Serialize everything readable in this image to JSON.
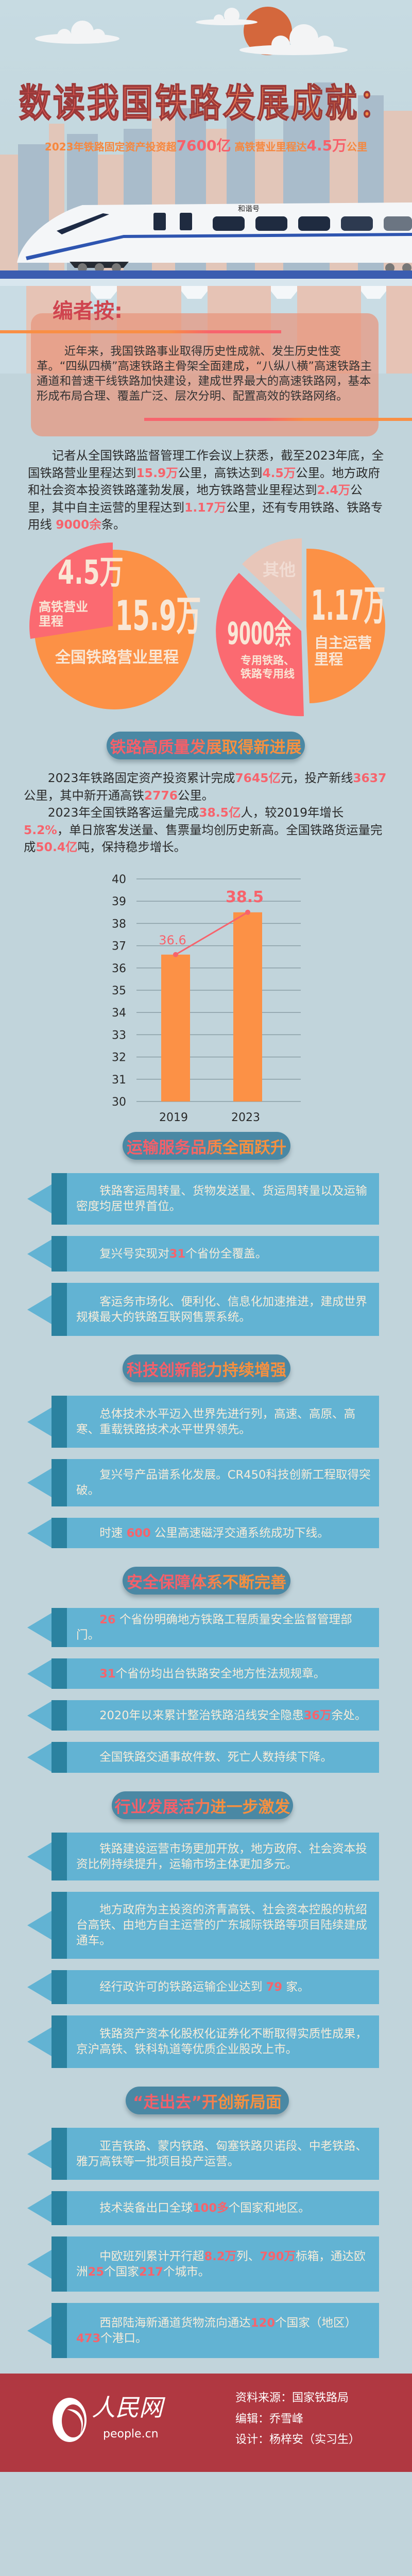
{
  "header": {
    "title": "数读我国铁路发展成就：",
    "subtitle": [
      {
        "t": "2023年铁路固定资产投资超"
      },
      {
        "t": "7600亿",
        "hl": true
      },
      {
        "t": " 高铁营业里程达"
      },
      {
        "t": "4.5万",
        "hl": true
      },
      {
        "t": "公里"
      }
    ],
    "train_lettering": "和谐号"
  },
  "editor_note": {
    "label": "编者按:",
    "text": "近年来，我国铁路事业取得历史性成就、发生历史性变革。“四纵四横”高速铁路主骨架全面建成，“八纵八横”高速铁路主通道和普速干线铁路加快建设，建成世界最大的高速铁路网，基本形成布局合理、覆盖广泛、层次分明、配置高效的铁路网络。"
  },
  "intro_paragraph": [
    {
      "t": "记者从全国铁路监督管理工作会议上获悉，截至2023年底，全国铁路营业里程达到"
    },
    {
      "t": "15.9万",
      "hl": true
    },
    {
      "t": "公里，高铁达到"
    },
    {
      "t": "4.5万",
      "hl": true
    },
    {
      "t": "公里。地方政府和社会资本投资铁路蓬勃发展，地方铁路营业里程达到"
    },
    {
      "t": "2.4万",
      "hl": true
    },
    {
      "t": "公里，其中自主运营的里程达到"
    },
    {
      "t": "1.17万",
      "hl": true
    },
    {
      "t": "公里，还有专用铁路、铁路专用线 "
    },
    {
      "t": "9000余",
      "hl": true
    },
    {
      "t": "条。"
    }
  ],
  "pies": {
    "left": {
      "main_value": "15.9万",
      "main_label": "全国铁路营业里程",
      "slice_value": "4.5万",
      "slice_label_1": "高铁营业",
      "slice_label_2": "里程"
    },
    "right": {
      "main_value": "1.17万",
      "main_label_1": "自主运营",
      "main_label_2": "里程",
      "slice_value": "9000余",
      "slice_label_1": "专用铁路、",
      "slice_label_2": "铁路专用线",
      "other_label": "其他"
    },
    "colors": {
      "orange": "#fc9146",
      "red": "#fb6a71",
      "other": "#e8c6b9"
    }
  },
  "sections": [
    {
      "header": "铁路高质量发展取得新进展",
      "paragraphs": [
        [
          {
            "t": "2023年铁路固定资产投资累计完成"
          },
          {
            "t": "7645亿",
            "hl": true
          },
          {
            "t": "元，投产新线"
          },
          {
            "t": "3637",
            "hl": true
          },
          {
            "t": "公里，其中新开通高铁"
          },
          {
            "t": "2776",
            "hl": true
          },
          {
            "t": "公里。"
          }
        ],
        [
          {
            "t": "2023年全国铁路客运量完成"
          },
          {
            "t": "38.5亿",
            "hl": true
          },
          {
            "t": "人，较2019年增长"
          },
          {
            "t": "5.2%",
            "hl": true
          },
          {
            "t": "，单日旅客发送量、售票量均创历史新高。全国铁路货运量完成"
          },
          {
            "t": "50.4亿",
            "hl": true
          },
          {
            "t": "吨，保持稳步增长。"
          }
        ]
      ]
    },
    {
      "header": "运输服务品质全面跃升",
      "items": [
        [
          {
            "t": "铁路客运周转量、货物发送量、货运周转量以及运输密度均居世界首位。"
          }
        ],
        [
          {
            "t": "复兴号实现对"
          },
          {
            "t": "31",
            "hl": true
          },
          {
            "t": "个省份全覆盖。"
          }
        ],
        [
          {
            "t": "客运务市场化、便利化、信息化加速推进，建成世界规模最大的铁路互联网售票系统。"
          }
        ]
      ]
    },
    {
      "header": "科技创新能力持续增强",
      "items": [
        [
          {
            "t": "总体技术水平迈入世界先进行列，高速、高原、高寒、重载铁路技术水平世界领先。"
          }
        ],
        [
          {
            "t": "复兴号产品谱系化发展。CR450科技创新工程取得突破。"
          }
        ],
        [
          {
            "t": "时速 "
          },
          {
            "t": "600",
            "hl": true
          },
          {
            "t": " 公里高速磁浮交通系统成功下线。"
          }
        ]
      ]
    },
    {
      "header": "安全保障体系不断完善",
      "items": [
        [
          {
            "t": "26",
            "hl": true
          },
          {
            "t": " 个省份明确地方铁路工程质量安全监督管理部门。"
          }
        ],
        [
          {
            "t": "31",
            "hl": true
          },
          {
            "t": "个省份均出台铁路安全地方性法规规章。"
          }
        ],
        [
          {
            "t": "2020年以来累计整治铁路沿线安全隐患"
          },
          {
            "t": "36万",
            "hl": true
          },
          {
            "t": "余处。"
          }
        ],
        [
          {
            "t": "全国铁路交通事故件数、死亡人数持续下降。"
          }
        ]
      ]
    },
    {
      "header": "行业发展活力进一步激发",
      "items": [
        [
          {
            "t": "铁路建设运营市场更加开放，地方政府、社会资本投资比例持续提升，运输市场主体更加多元。"
          }
        ],
        [
          {
            "t": "地方政府为主投资的济青高铁、社会资本控股的杭绍台高铁、由地方自主运营的广东城际铁路等项目陆续建成通车。"
          }
        ],
        [
          {
            "t": "经行政许可的铁路运输企业达到 "
          },
          {
            "t": "79",
            "hl": true
          },
          {
            "t": " 家。"
          }
        ],
        [
          {
            "t": "铁路资产资本化股权化证券化不断取得实质性成果，京沪高铁、铁科轨道等优质企业股改上市。"
          }
        ]
      ]
    },
    {
      "header": "“走出去”开创新局面",
      "items": [
        [
          {
            "t": "亚吉铁路、蒙内铁路、匈塞铁路贝诺段、中老铁路、雅万高铁等一批项目投产运营。"
          }
        ],
        [
          {
            "t": "技术装备出口全球"
          },
          {
            "t": "100多",
            "hl": true
          },
          {
            "t": "个国家和地区。"
          }
        ],
        [
          {
            "t": "中欧班列累计开行超"
          },
          {
            "t": "8.2万",
            "hl": true
          },
          {
            "t": "列、"
          },
          {
            "t": "790万",
            "hl": true
          },
          {
            "t": "标箱，通达欧洲"
          },
          {
            "t": "25",
            "hl": true
          },
          {
            "t": "个国家"
          },
          {
            "t": "217",
            "hl": true
          },
          {
            "t": "个城市。"
          }
        ],
        [
          {
            "t": "西部陆海新通道货物流向通达"
          },
          {
            "t": "120",
            "hl": true
          },
          {
            "t": "个国家（地区）"
          },
          {
            "t": "473",
            "hl": true
          },
          {
            "t": "个港口。"
          }
        ]
      ]
    }
  ],
  "chart_data": {
    "type": "bar",
    "categories": [
      "2019",
      "2023"
    ],
    "values": [
      36.6,
      38.5
    ],
    "data_labels": [
      "36.6",
      "38.5"
    ],
    "overlay_line": true,
    "yticks": [
      "30",
      "31",
      "32",
      "33",
      "34",
      "35",
      "36",
      "37",
      "38",
      "39",
      "40"
    ],
    "ylim": [
      30,
      40
    ],
    "grid": true,
    "title": "",
    "xlabel": "",
    "ylabel": "",
    "colors": {
      "bar": "#fc9146",
      "line": "#f7636c",
      "grid": "#8a9ea6"
    }
  },
  "footer": {
    "logo_text": "人民网",
    "logo_domain": "people.cn",
    "source": "资料来源：国家铁路局",
    "editor": "编辑：乔雪峰",
    "designer": "设计：杨梓安（实习生）",
    "background": "#b03841"
  }
}
